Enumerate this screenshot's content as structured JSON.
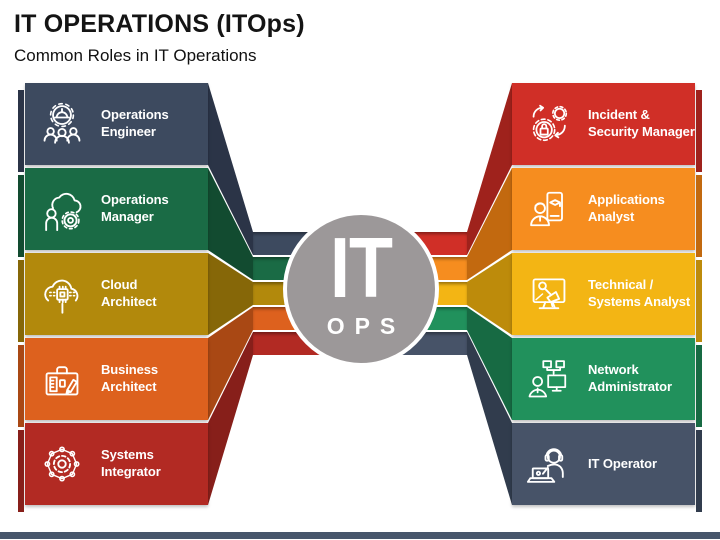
{
  "slide": {
    "title": "IT OPERATIONS (ITOps)",
    "subtitle": "Common Roles in IT Operations",
    "background": "#ffffff",
    "footer_bar_color": "#47566b"
  },
  "center_badge": {
    "line1": "IT",
    "line2": "OPS",
    "fill": "#9c9899",
    "ring_color": "#ffffff",
    "text_color": "#ffffff"
  },
  "left_roles": [
    {
      "label": "Operations\nEngineer",
      "icon": "engineer-team-gear-icon",
      "color": "#3d4a5f",
      "shade": "#2b3447"
    },
    {
      "label": "Operations\nManager",
      "icon": "manager-cloud-gear-icon",
      "color": "#1a6b45",
      "shade": "#124b30"
    },
    {
      "label": "Cloud\nArchitect",
      "icon": "cloud-chip-icon",
      "color": "#b2890c",
      "shade": "#866708"
    },
    {
      "label": "Business\nArchitect",
      "icon": "toolbox-ruler-pencil-icon",
      "color": "#dd611e",
      "shade": "#a94814"
    },
    {
      "label": "Systems\nIntegrator",
      "icon": "gear-nodes-icon",
      "color": "#b22a23",
      "shade": "#871f1a"
    }
  ],
  "right_roles": [
    {
      "label": "Incident &\nSecurity Manager",
      "icon": "gears-lock-sync-icon",
      "color": "#d02f27",
      "shade": "#9f221c"
    },
    {
      "label": "Applications\nAnalyst",
      "icon": "person-tablet-icon",
      "color": "#f68d1f",
      "shade": "#c2690f"
    },
    {
      "label": "Technical /\nSystems Analyst",
      "icon": "monitor-wrench-megaphone-icon",
      "color": "#f3b514",
      "shade": "#bd8b0b"
    },
    {
      "label": "Network\nAdministrator",
      "icon": "person-network-monitors-icon",
      "color": "#21915c",
      "shade": "#176a43"
    },
    {
      "label": "IT Operator",
      "icon": "headset-operator-laptop-icon",
      "color": "#475368",
      "shade": "#313c4d"
    }
  ]
}
